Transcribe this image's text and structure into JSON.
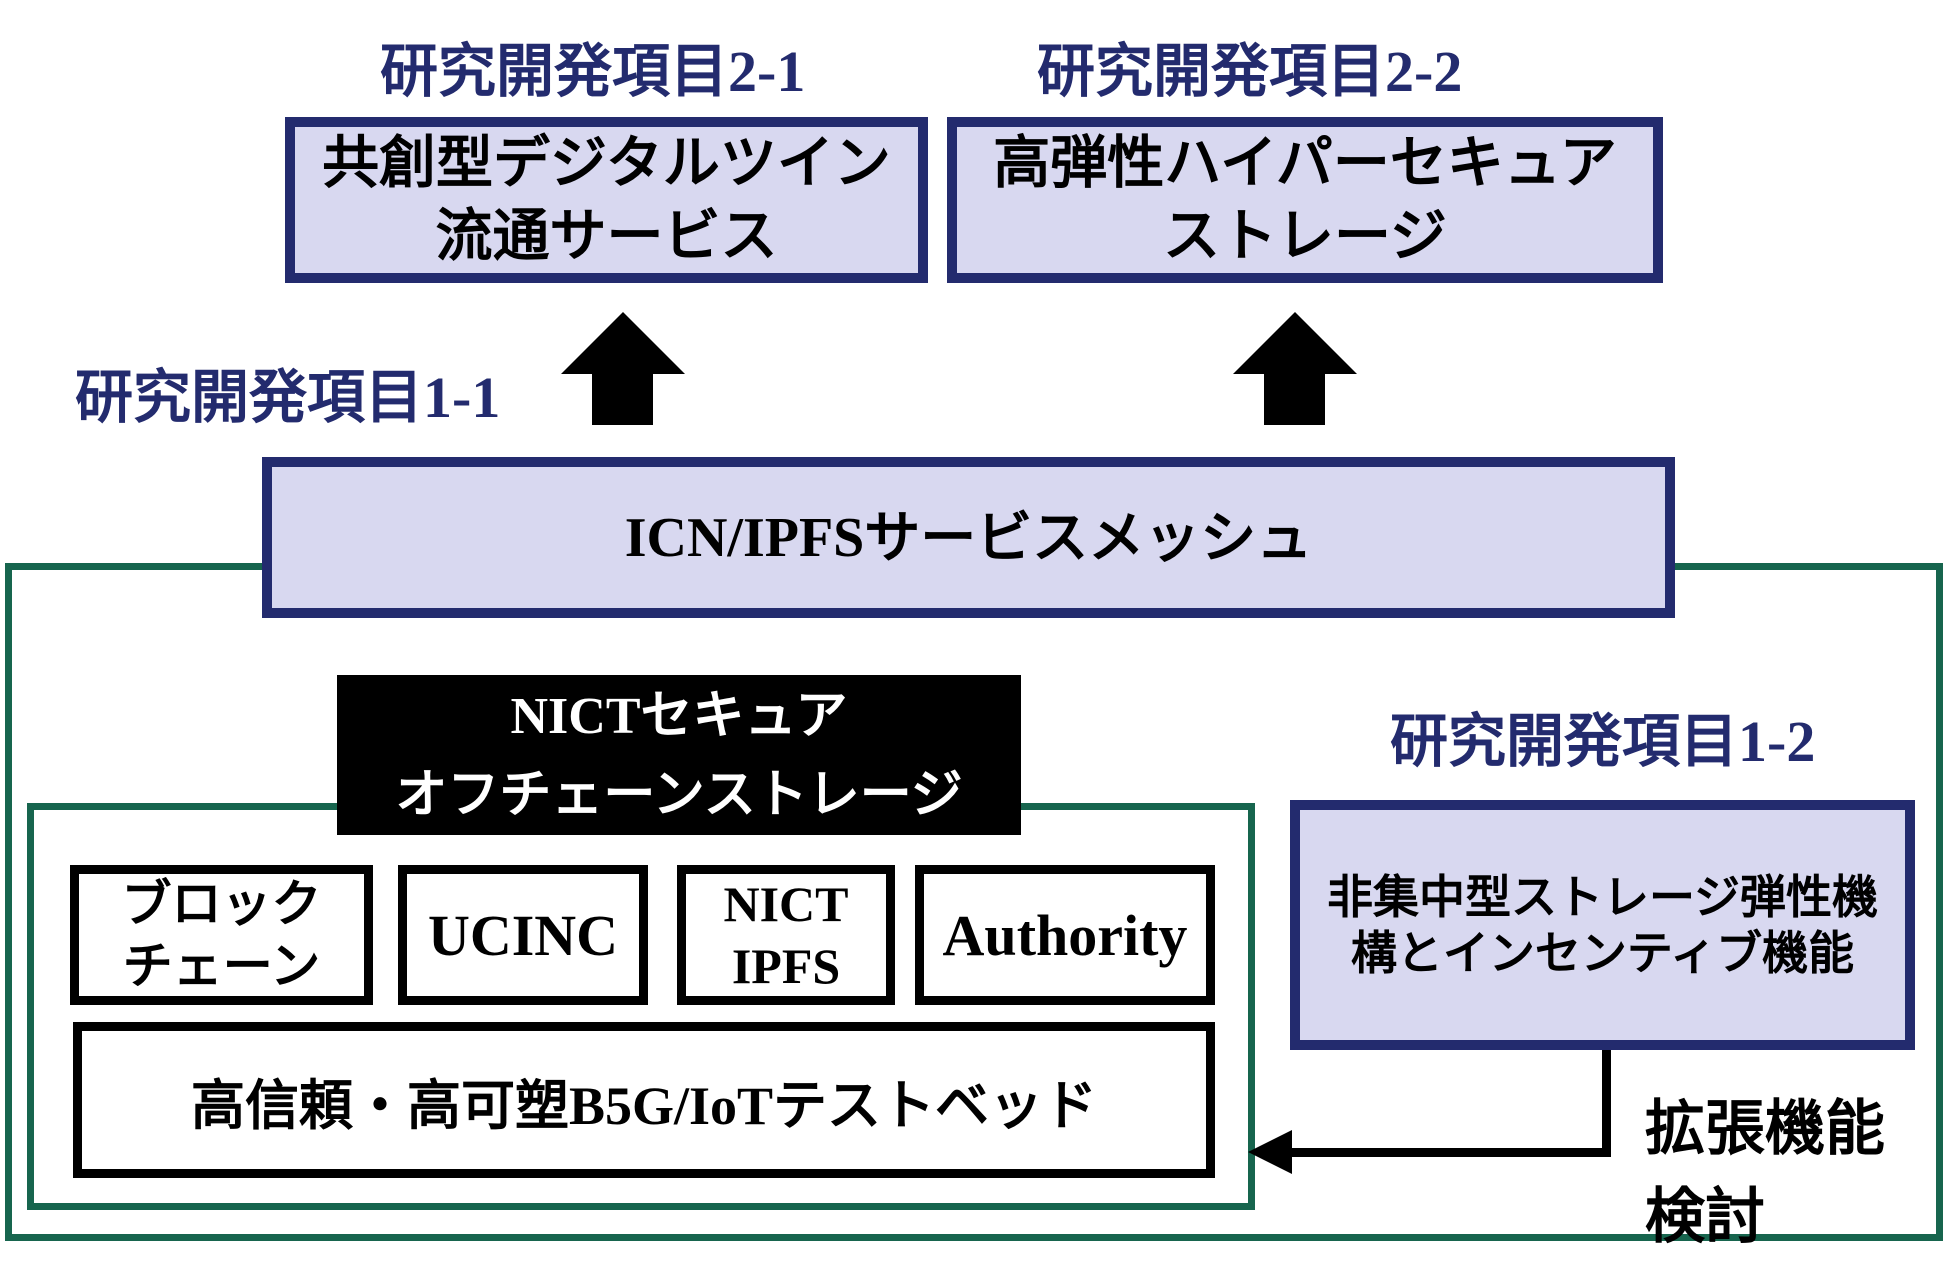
{
  "colors": {
    "navy_border_text": "#232B6E",
    "lavender_fill": "#D8D8F0",
    "green_border": "#17654E",
    "black": "#000000",
    "white": "#FFFFFF"
  },
  "labels": {
    "item_2_1": {
      "jp": "研究開発項目",
      "num": "2-1"
    },
    "item_2_2": {
      "jp": "研究開発項目",
      "num": "2-2"
    },
    "item_1_1": {
      "jp": "研究開発項目",
      "num": "1-1"
    },
    "item_1_2": {
      "jp": "研究開発項目",
      "num": "1-2"
    }
  },
  "boxes": {
    "cocreation_digital_twin": {
      "line1": "共創型デジタルツイン",
      "line2": "流通サービス"
    },
    "resilient_hypersecure": {
      "line1": "高弾性ハイパーセキュア",
      "line2": "ストレージ"
    },
    "icn_service_mesh": {
      "latin": "ICN/IPFS",
      "jp": "サービスメッシュ"
    },
    "nict_secure_offchain": {
      "line1_latin": "NICT",
      "line1_jp": "セキュア",
      "line2": "オフチェーンストレージ"
    },
    "blockchain": {
      "line1": "ブロック",
      "line2": "チェーン"
    },
    "ucinc": {
      "label": "UCINC"
    },
    "nict_ipfs": {
      "line1": "NICT",
      "line2": "IPFS"
    },
    "authority": {
      "label": "Authority"
    },
    "testbed": {
      "jp1": "高信頼・高可塑",
      "latin": "B5G/IoT",
      "jp2": "テストベッド"
    },
    "decentralized_storage": {
      "line1": "非集中型ストレージ弾性機",
      "line2": "構とインセンティブ機能"
    }
  },
  "annotations": {
    "extension_note": {
      "line1": "拡張機能",
      "line2": "検討"
    }
  }
}
